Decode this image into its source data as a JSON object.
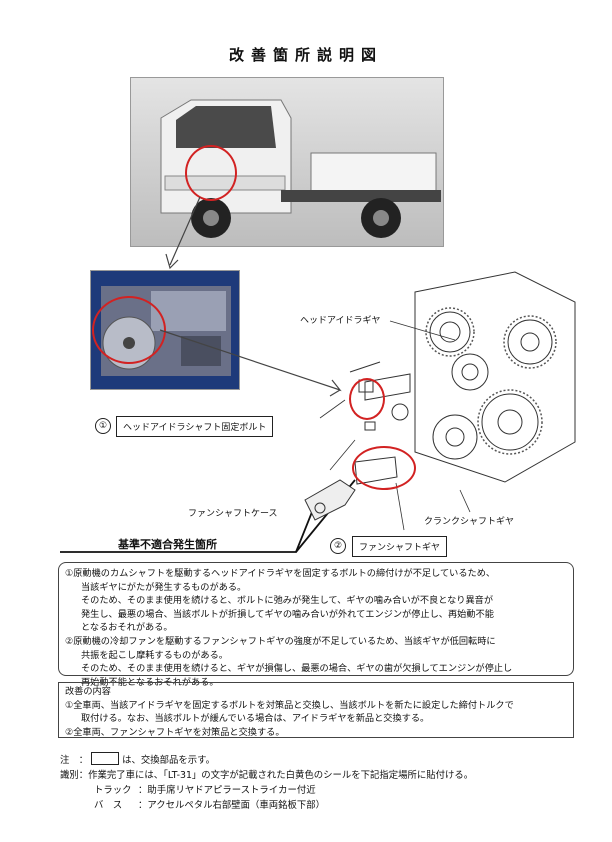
{
  "title": "改善箇所説明図",
  "labels": {
    "head_idler_gear": "ヘッドアイドラギヤ",
    "bolt_num": "①",
    "bolt": "ヘッドアイドラシャフト固定ボルト",
    "fan_case": "ファンシャフトケース",
    "crank_gear": "クランクシャフトギヤ",
    "defect_site": "基準不適合発生箇所",
    "fan_gear_num": "②",
    "fan_gear": "ファンシャフトギヤ"
  },
  "description": {
    "lines": [
      "①原動機のカムシャフトを駆動するヘッドアイドラギヤを固定するボルトの締付けが不足しているため、",
      "当該ギヤにがたが発生するものがある。",
      "そのため、そのまま使用を続けると、ボルトに弛みが発生して、ギヤの噛み合いが不良となり異音が",
      "発生し、最悪の場合、当該ボルトが折損してギヤの噛み合いが外れてエンジンが停止し、再始動不能",
      "となるおそれがある。",
      "②原動機の冷却ファンを駆動するファンシャフトギヤの強度が不足しているため、当該ギヤが低回転時に",
      "共振を起こし摩耗するものがある。",
      "そのため、そのまま使用を続けると、ギヤが損傷し、最悪の場合、ギヤの歯が欠損してエンジンが停止し",
      "再始動不能となるおそれがある。"
    ]
  },
  "fix": {
    "heading": "改善の内容",
    "lines": [
      "①全車両、当該アイドラギヤを固定するボルトを対策品と交換し、当該ボルトを新たに設定した締付トルクで",
      "取付ける。なお、当該ボルトが緩んでいる場合は、アイドラギヤを新品と交換する。",
      "②全車両、ファンシャフトギヤを対策品と交換する。"
    ]
  },
  "notes": {
    "note_label": "注　：",
    "note_text": "は、交換部品を示す。",
    "id_label": "識別：",
    "id_text": "作業完了車には、「LT-31」の文字が記載された白黄色のシールを下記指定場所に貼付ける。",
    "truck_label": "トラック",
    "truck_text": "：助手席リヤドアピラーストライカー付近",
    "bus_label": "バ　ス",
    "bus_text": "：アクセルペタル右部壁面（車両銘板下部）"
  },
  "colors": {
    "accent_red": "#d22222"
  }
}
